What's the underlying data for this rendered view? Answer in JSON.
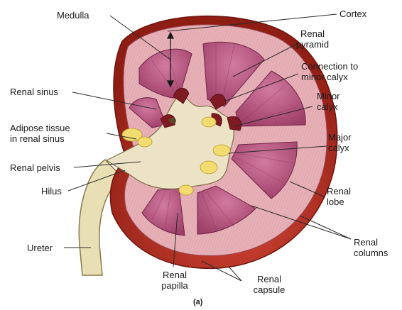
{
  "labels": {
    "medulla": "Medulla",
    "cortex": "Cortex",
    "renal_pyramid": [
      "Renal",
      "pyramid"
    ],
    "connection_to_minor_calyx": [
      "Connection to",
      "minor calyx"
    ],
    "renal_sinus": "Renal sinus",
    "minor_calyx": [
      "Minor",
      "calyx"
    ],
    "adipose_tissue": [
      "Adipose tissue",
      "in renal sinus"
    ],
    "major_calyx": [
      "Major",
      "calyx"
    ],
    "renal_pelvis": "Renal pelvis",
    "hilus": "Hilus",
    "renal_lobe": [
      "Renal",
      "lobe"
    ],
    "ureter": "Ureter",
    "renal_columns": [
      "Renal",
      "columns"
    ],
    "renal_papilla": [
      "Renal",
      "papilla"
    ],
    "renal_capsule": [
      "Renal",
      "capsule"
    ]
  },
  "caption": "(a)",
  "colors": {
    "capsule_red": "#b52a1e",
    "cortex_pink": "#e6b0b6",
    "pyramid": "#bf5a84",
    "sinus": "#ece3c6",
    "fat": "#f2dc70",
    "ureter": "#e9dfb4",
    "leader_line": "#2a2a2a"
  }
}
